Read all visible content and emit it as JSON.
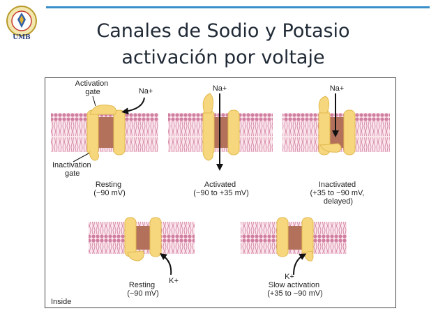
{
  "slide": {
    "title_line1": "Canales de  Sodio y Potasio",
    "title_line2": "activación  por voltaje",
    "logo_text": "UMB"
  },
  "figure": {
    "top": {
      "activation_gate": [
        "Activation",
        "gate"
      ],
      "inactivation_gate": [
        "Inactivation",
        "gate"
      ],
      "ion": "Na+",
      "resting": [
        "Resting",
        "(−90 mV)"
      ],
      "activated": [
        "Activated",
        "(−90 to +35 mV)"
      ],
      "inactivated": [
        "Inactivated",
        "(+35 to −90 mV,",
        "delayed)"
      ]
    },
    "bottom": {
      "ion": "K+",
      "resting": [
        "Resting",
        "(−90 mV)"
      ],
      "slow_activation": [
        "Slow activation",
        "(+35 to −90 mV)"
      ],
      "inside": "Inside"
    }
  },
  "colors": {
    "accent_rule": "#3a8fc9",
    "membrane_head": "#d07fa0",
    "membrane_tail": "#fbe6ec",
    "channel_protein": "#f7d77e",
    "pore": "#b3715c",
    "text_dark": "#202a36"
  }
}
